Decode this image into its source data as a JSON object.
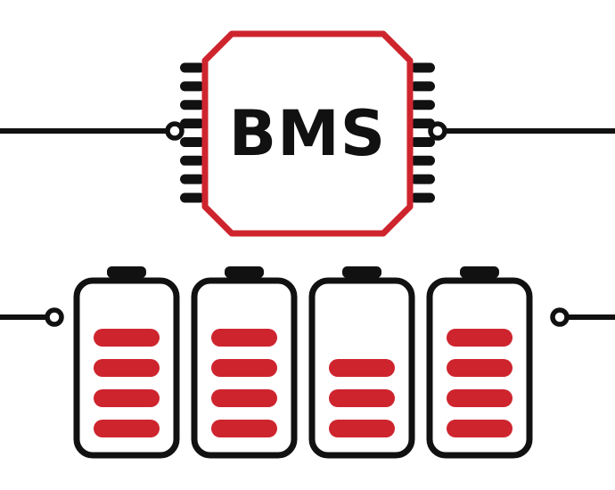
{
  "diagram": {
    "chip": {
      "label": "BMS",
      "pins_per_side": 8
    },
    "batteries": [
      {
        "bars": 4
      },
      {
        "bars": 4
      },
      {
        "bars": 3
      },
      {
        "bars": 4
      }
    ],
    "max_bars": 4,
    "colors": {
      "accent": "#ce242e",
      "line": "#111111",
      "background": "#ffffff"
    }
  }
}
